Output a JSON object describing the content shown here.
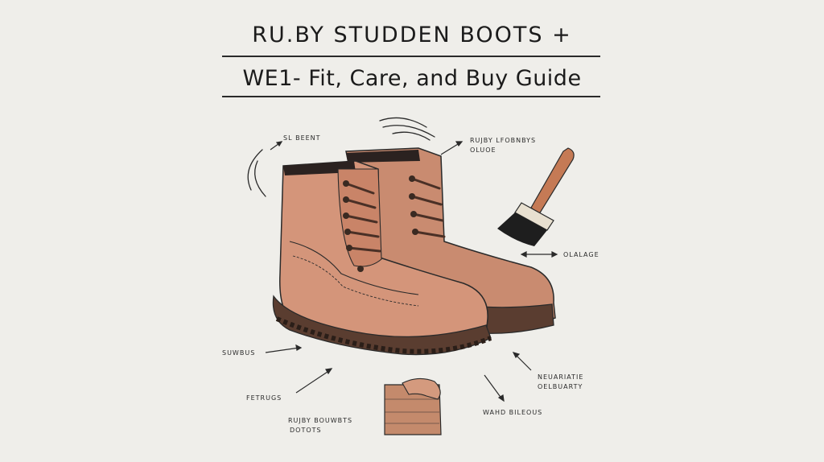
{
  "title": {
    "line1": "RU.BY STUDDEN BOOTS +",
    "line2": "WE1- Fit, Care, and Buy Guide"
  },
  "labels": {
    "top_left": "SL BEENT",
    "top_right_1": "RUJBY LFOBNBYS",
    "top_right_2": "OLUOE",
    "brush_right": "OLALAGE",
    "left_mid": "SUWBUS",
    "left_low": "FETRUGS",
    "bottom_center_1": "RUJBY BOUWBTS",
    "bottom_center_2": "DOTOTS",
    "right_low_1": "NEUARIATIE",
    "right_low_2": "OELBUARTY",
    "bottom_right": "WAHD BILEOUS"
  },
  "colors": {
    "background": "#efeeea",
    "leather": "#d4957a",
    "leather_shade": "#bf7d64",
    "sole": "#5a3d30",
    "lace": "#4a3026",
    "brush_handle": "#c57a55",
    "bristles": "#1e1e1e"
  },
  "icons": [
    "boots-illustration",
    "brush-icon",
    "hand-icon",
    "arrow-icon"
  ]
}
